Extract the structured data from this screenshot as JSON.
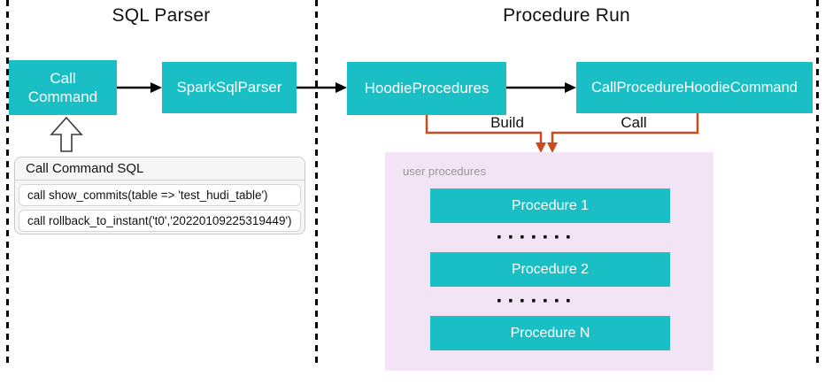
{
  "colors": {
    "teal": "#1ABFC6",
    "orange": "#CC4A1B",
    "pink_fill": "#F2E4F5",
    "gray_text": "#999999",
    "line": "#000000"
  },
  "sections": {
    "sql_parser_title": "SQL Parser",
    "procedure_run_title": "Procedure Run"
  },
  "nodes": {
    "call_command": "Call\nCommand",
    "spark_sql_parser": "SparkSqlParser",
    "hoodie_procedures": "HoodieProcedures",
    "call_procedure_hoodie_command": "CallProcedureHoodieCommand"
  },
  "edges": {
    "build_label": "Build",
    "call_label": "Call"
  },
  "sql_panel": {
    "title": "Call Command SQL",
    "rows": [
      "call show_commits(table => 'test_hudi_table')",
      "call rollback_to_instant('t0','20220109225319449')"
    ]
  },
  "user_procedures": {
    "label": "user procedures",
    "items": [
      "Procedure 1",
      "Procedure 2",
      "Procedure N"
    ],
    "dots": "·······"
  }
}
